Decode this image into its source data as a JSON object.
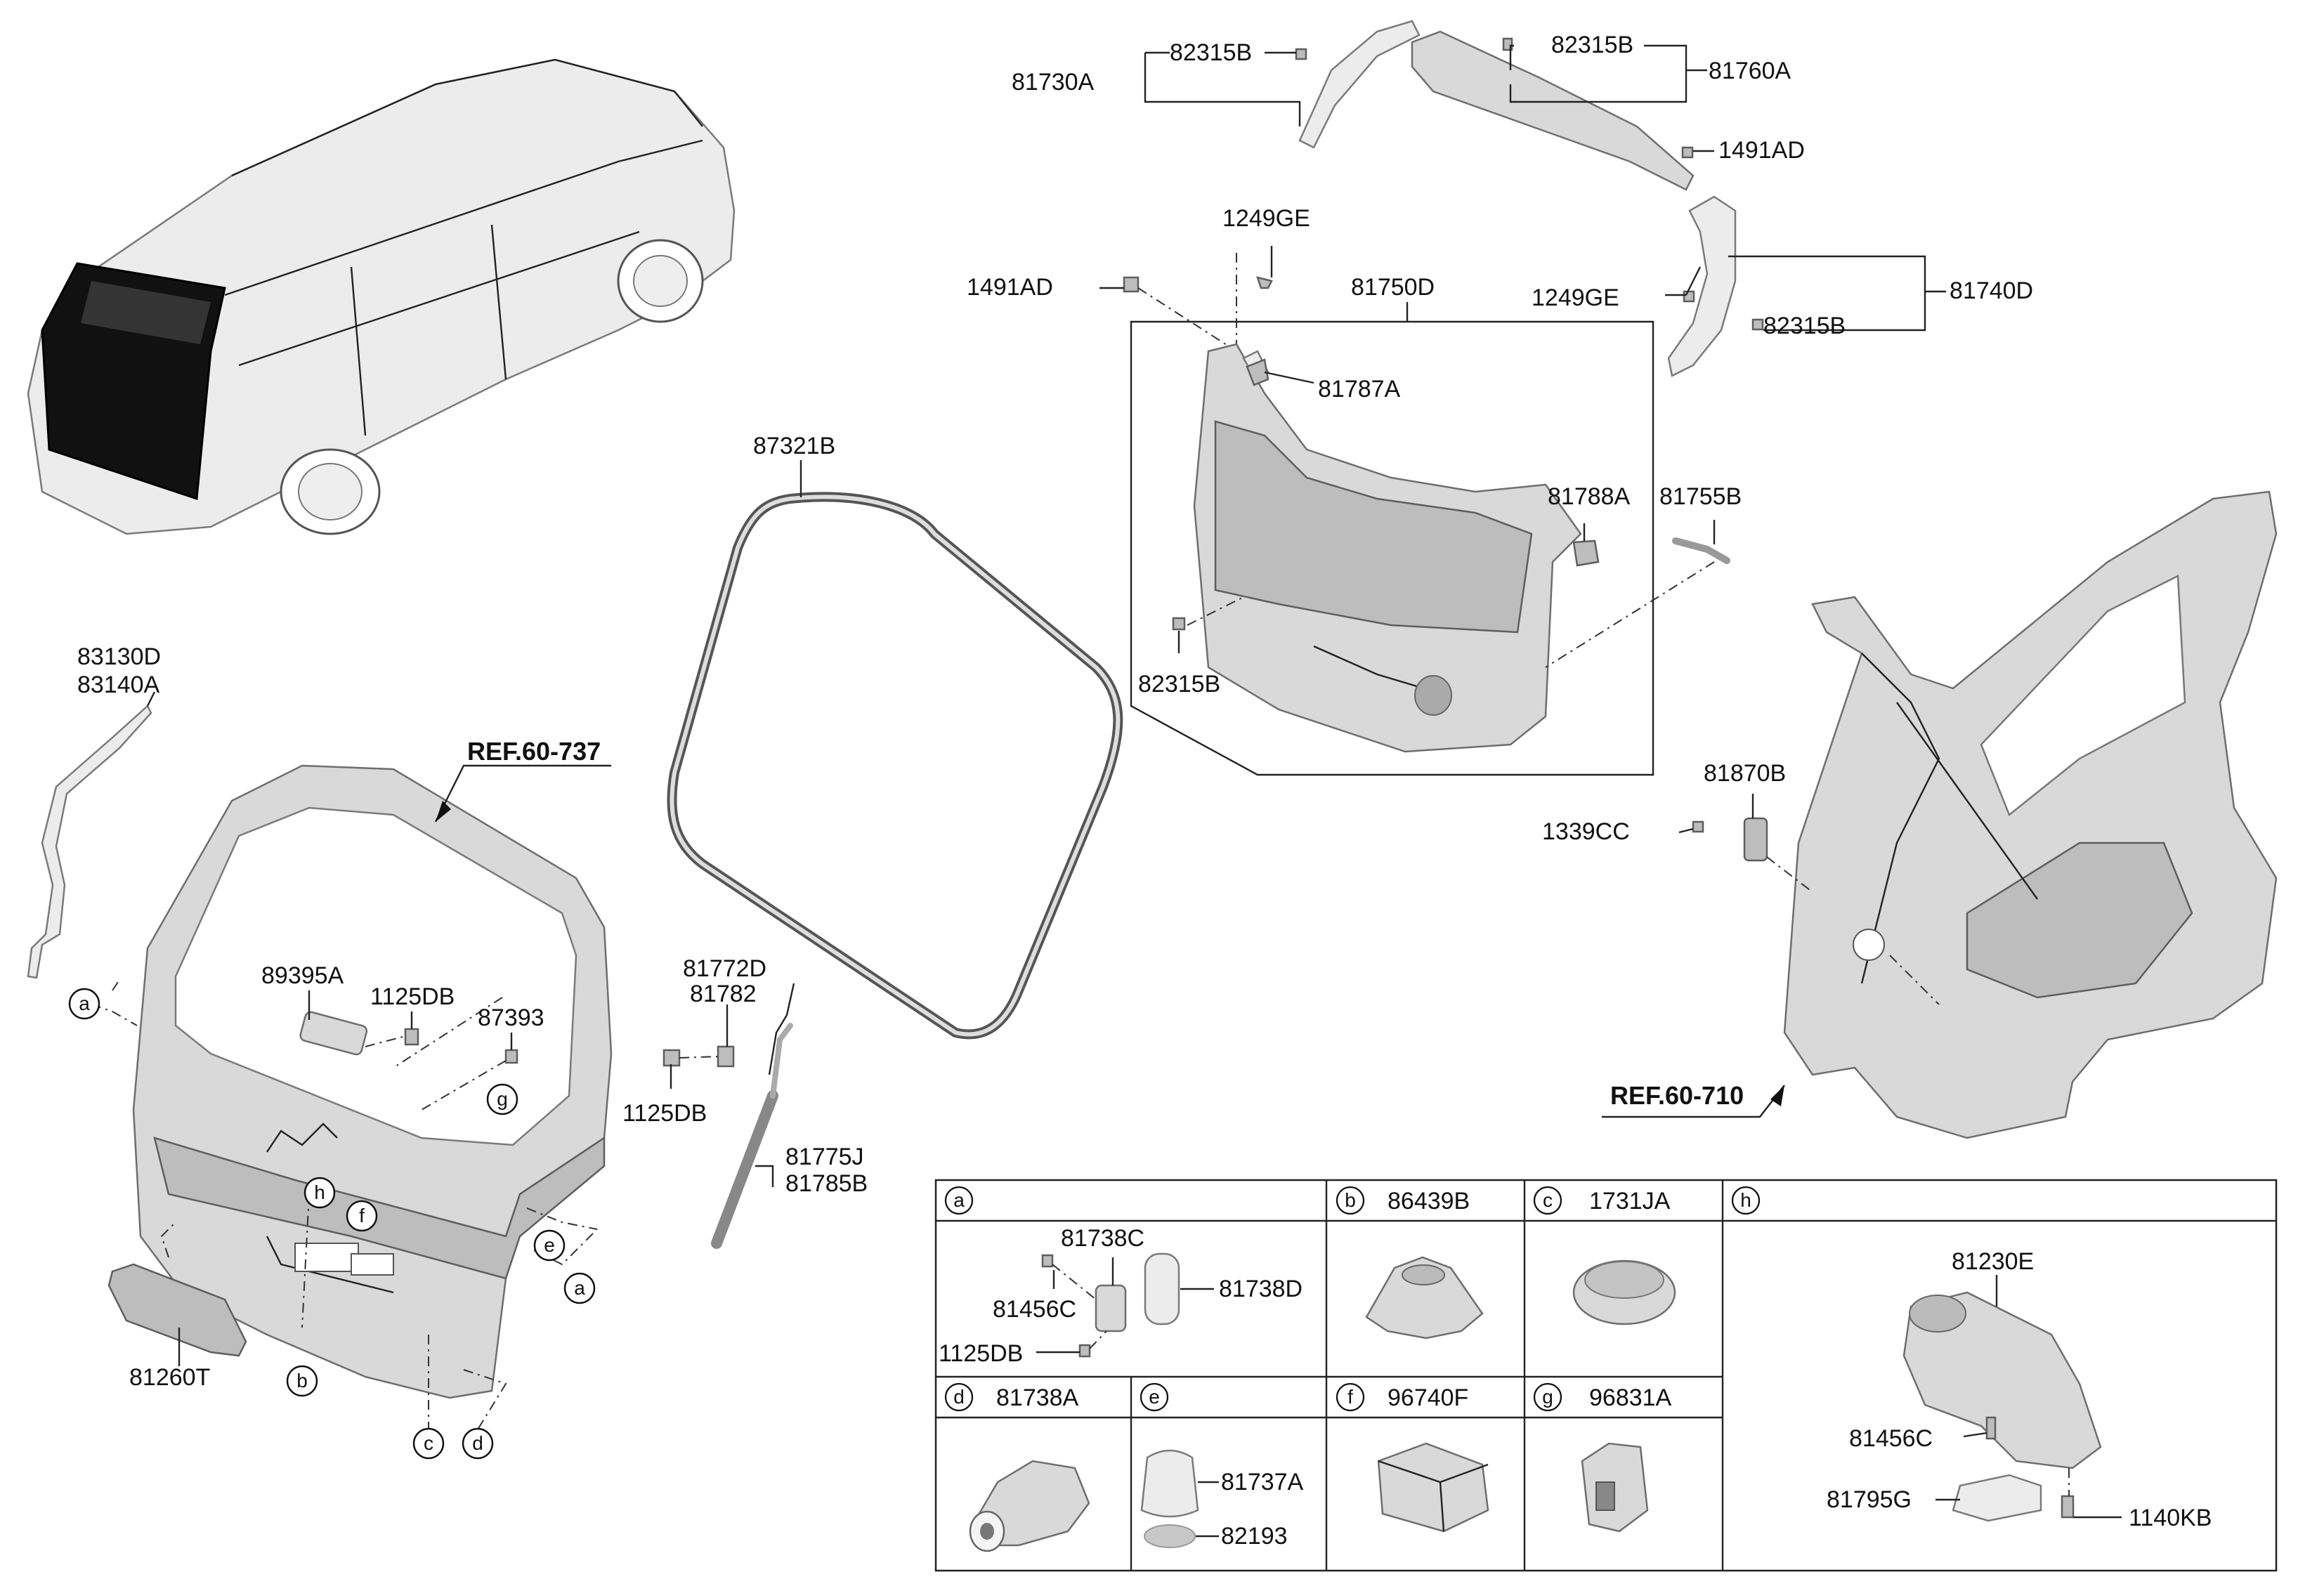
{
  "diagram": {
    "labels": {
      "l83130D": "83130D",
      "l83140A": "83140A",
      "l89395A": "89395A",
      "l1125DB_a": "1125DB",
      "l87393": "87393",
      "l81260T": "81260T",
      "l87321B": "87321B",
      "l81772D": "81772D",
      "l81782": "81782",
      "l1125DB_b": "1125DB",
      "l81775J": "81775J",
      "l81785B": "81785B",
      "l81730A": "81730A",
      "l82315B_a": "82315B",
      "l82315B_b": "82315B",
      "l81760A": "81760A",
      "l1491AD_a": "1491AD",
      "l1249GE_a": "1249GE",
      "l1491AD_b": "1491AD",
      "l81750D": "81750D",
      "l1249GE_b": "1249GE",
      "l82315B_c": "82315B",
      "l81740D": "81740D",
      "l81787A": "81787A",
      "l81788A": "81788A",
      "l81755B": "81755B",
      "l82315B_d": "82315B",
      "l81870B": "81870B",
      "l1339CC": "1339CC"
    },
    "refs": {
      "ref_a": "REF.60-737",
      "ref_b": "REF.60-710"
    },
    "callouts": {
      "a1": "a",
      "a2": "a",
      "b": "b",
      "c": "c",
      "d": "d",
      "e": "e",
      "f": "f",
      "g": "g",
      "h": "h"
    },
    "table": {
      "a": {
        "letter": "a",
        "part": "",
        "items": [
          "81738C",
          "81456C",
          "81738D",
          "1125DB"
        ]
      },
      "b": {
        "letter": "b",
        "part": "86439B"
      },
      "c": {
        "letter": "c",
        "part": "1731JA"
      },
      "h": {
        "letter": "h",
        "part": "",
        "items": [
          "81230E",
          "81456C",
          "81795G",
          "1140KB"
        ]
      },
      "d": {
        "letter": "d",
        "part": "81738A"
      },
      "e": {
        "letter": "e",
        "part": "",
        "items": [
          "81737A",
          "82193"
        ]
      },
      "f": {
        "letter": "f",
        "part": "96740F"
      },
      "g": {
        "letter": "g",
        "part": "96831A"
      }
    }
  }
}
